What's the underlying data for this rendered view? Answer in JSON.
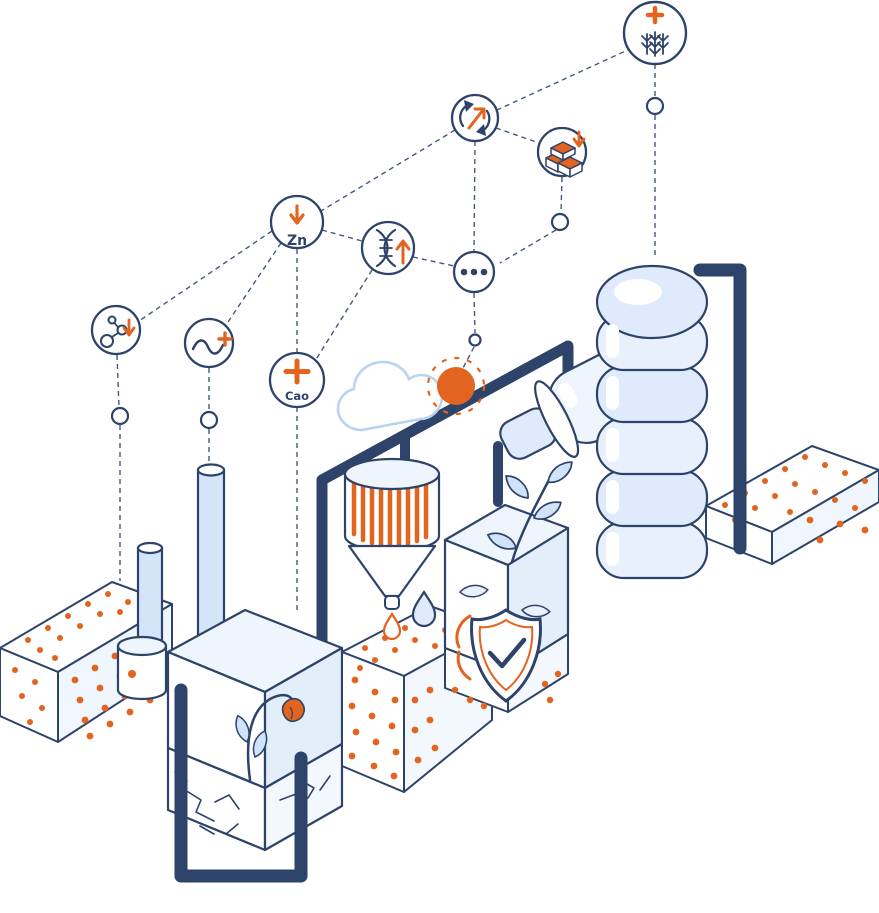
{
  "illustration": {
    "title": "Soil nutrients and fertilizer industry isometric illustration",
    "colors": {
      "navy": "#2e4369",
      "orange": "#e2641e",
      "light_blue": "#d9e8fb",
      "pale_blue": "#eef5fd",
      "cloud_line": "#b9d3f0",
      "white": "#ffffff"
    },
    "badges": {
      "zinc": {
        "label": "Zn"
      },
      "cao": {
        "label": "Cao"
      }
    },
    "icon_names": [
      "wheat-plus-icon",
      "recycle-up-icon",
      "gold-bars-down-icon",
      "zinc-down-icon",
      "dna-up-icon",
      "ellipsis-icon",
      "molecule-down-icon",
      "wave-plus-icon",
      "cao-plus-icon",
      "sun-icon",
      "cloud-icon",
      "storage-tank-icon",
      "mixer-cylinder-icon",
      "funnel-mixer-icon",
      "factory-icon",
      "wilted-flower-icon",
      "sprout-leaves-icon",
      "shield-check-icon",
      "water-drop-icon",
      "soil-gravel-icon",
      "pipe-icon"
    ]
  }
}
